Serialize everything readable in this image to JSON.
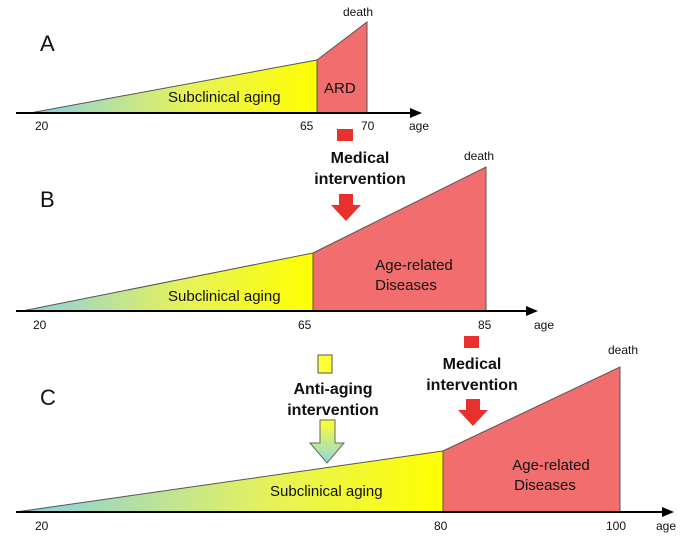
{
  "panels": [
    {
      "letter": "A",
      "death_label": "death",
      "axis_label": "age",
      "ticks": [
        "20",
        "65",
        "70"
      ],
      "subclinical_label": "Subclinical aging",
      "disease_label": "ARD"
    },
    {
      "letter": "B",
      "death_label": "death",
      "axis_label": "age",
      "ticks": [
        "20",
        "65",
        "85"
      ],
      "subclinical_label": "Subclinical aging",
      "disease_label_lines": [
        "Age-related",
        "Diseases"
      ]
    },
    {
      "letter": "C",
      "death_label": "death",
      "axis_label": "age",
      "ticks": [
        "20",
        "80",
        "100"
      ],
      "subclinical_label": "Subclinical aging",
      "disease_label_lines": [
        "Age-related",
        "Diseases"
      ]
    }
  ],
  "interventions": {
    "medical_1": [
      "Medical",
      "intervention"
    ],
    "anti_aging": [
      "Anti-aging",
      "intervention"
    ],
    "medical_2": [
      "Medical",
      "intervention"
    ]
  },
  "colors": {
    "gradient_start": "#87cfe6",
    "gradient_end": "#ffff00",
    "disease": "#f26e6e",
    "medical_arrow": "#e8302c",
    "anti_aging_arrow_top": "#ffff33",
    "anti_aging_arrow_bottom": "#8fd6dd"
  }
}
